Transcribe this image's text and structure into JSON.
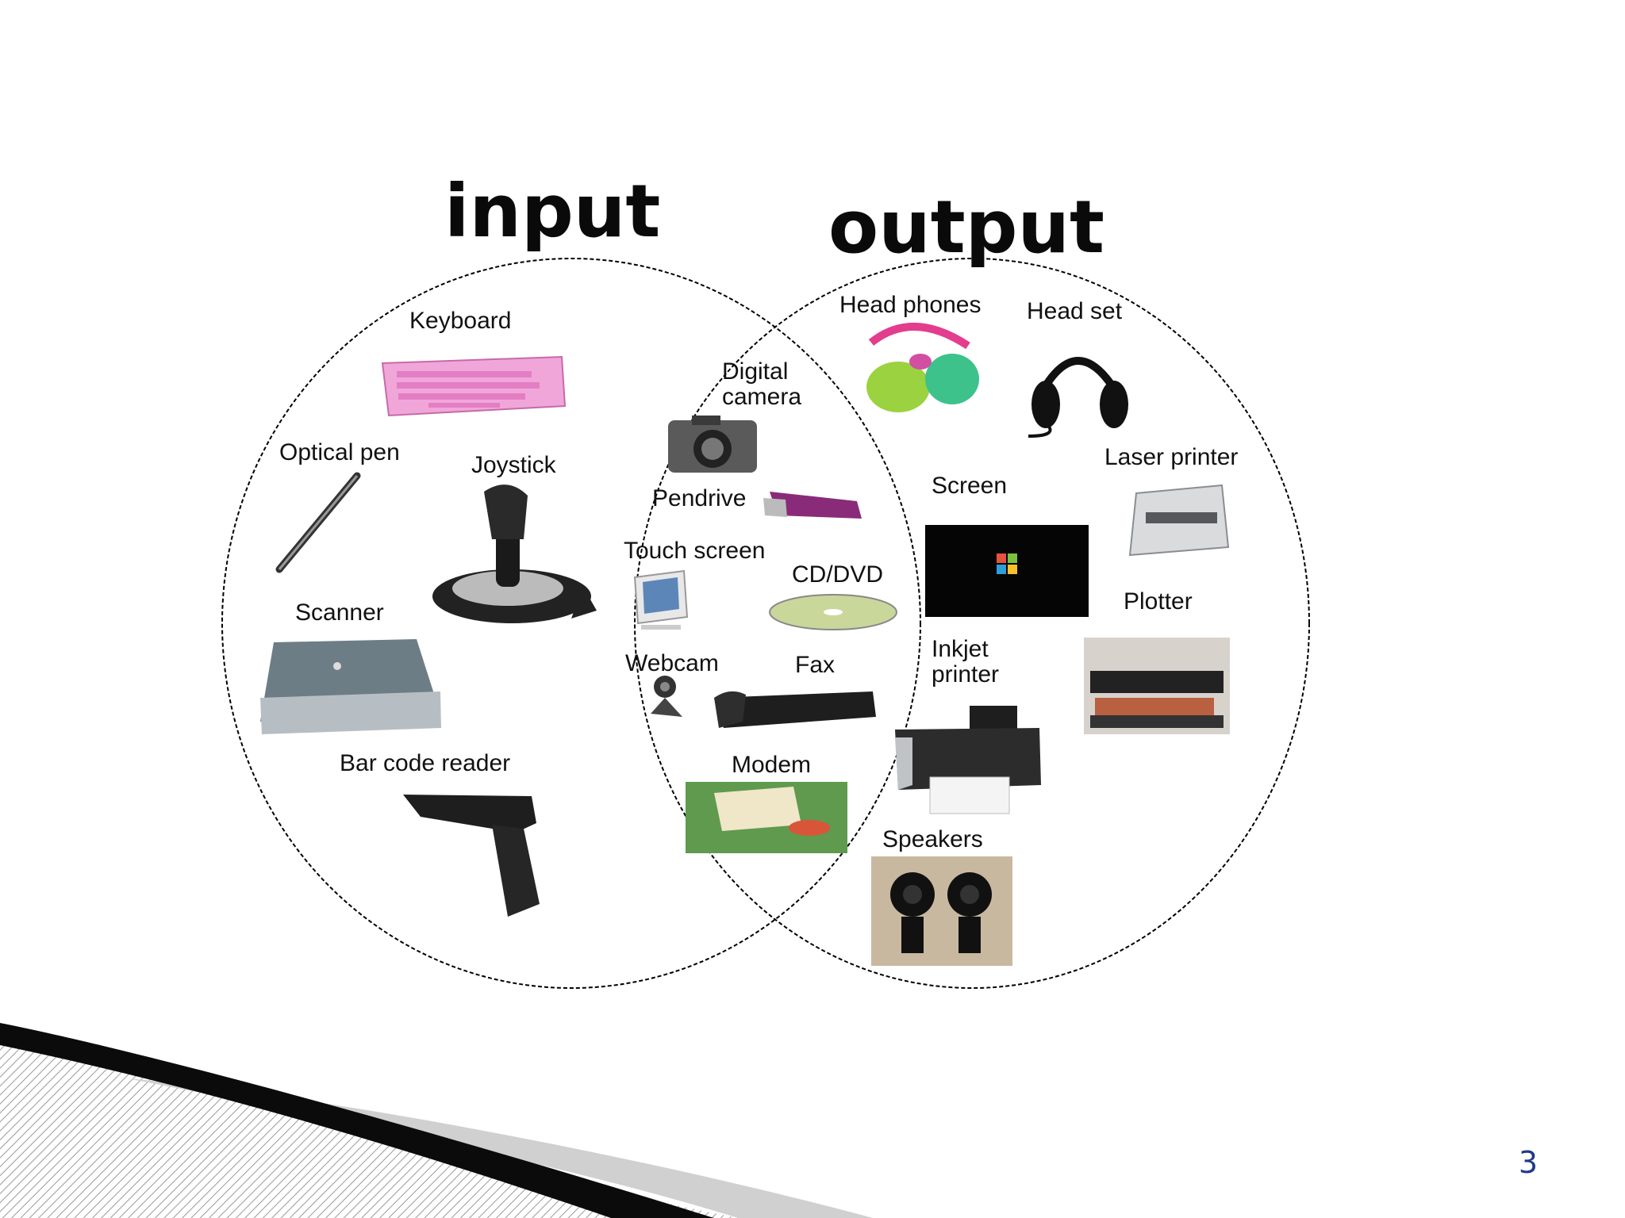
{
  "slide": {
    "page_number": "3",
    "colors": {
      "background": "#ffffff",
      "circle_stroke": "#000000",
      "page_number": "#1f3a8a",
      "swoosh_dark": "#0b0b0b",
      "swoosh_light": "#d0d0d0"
    }
  },
  "venn": {
    "left_title": "input",
    "right_title": "output",
    "input_only": {
      "keyboard": "Keyboard",
      "optical_pen": "Optical pen",
      "joystick": "Joystick",
      "scanner": "Scanner",
      "bar_code_reader": "Bar code reader"
    },
    "both": {
      "digital_camera_line1": "Digital",
      "digital_camera_line2": "camera",
      "pendrive": "Pendrive",
      "touch_screen": "Touch screen",
      "cd_dvd": "CD/DVD",
      "webcam": "Webcam",
      "fax": "Fax",
      "modem": "Modem"
    },
    "output_only": {
      "head_phones": "Head phones",
      "head_set": "Head set",
      "laser_printer": "Laser printer",
      "screen": "Screen",
      "plotter": "Plotter",
      "inkjet_line1": "Inkjet",
      "inkjet_line2": "printer",
      "speakers": "Speakers"
    }
  }
}
